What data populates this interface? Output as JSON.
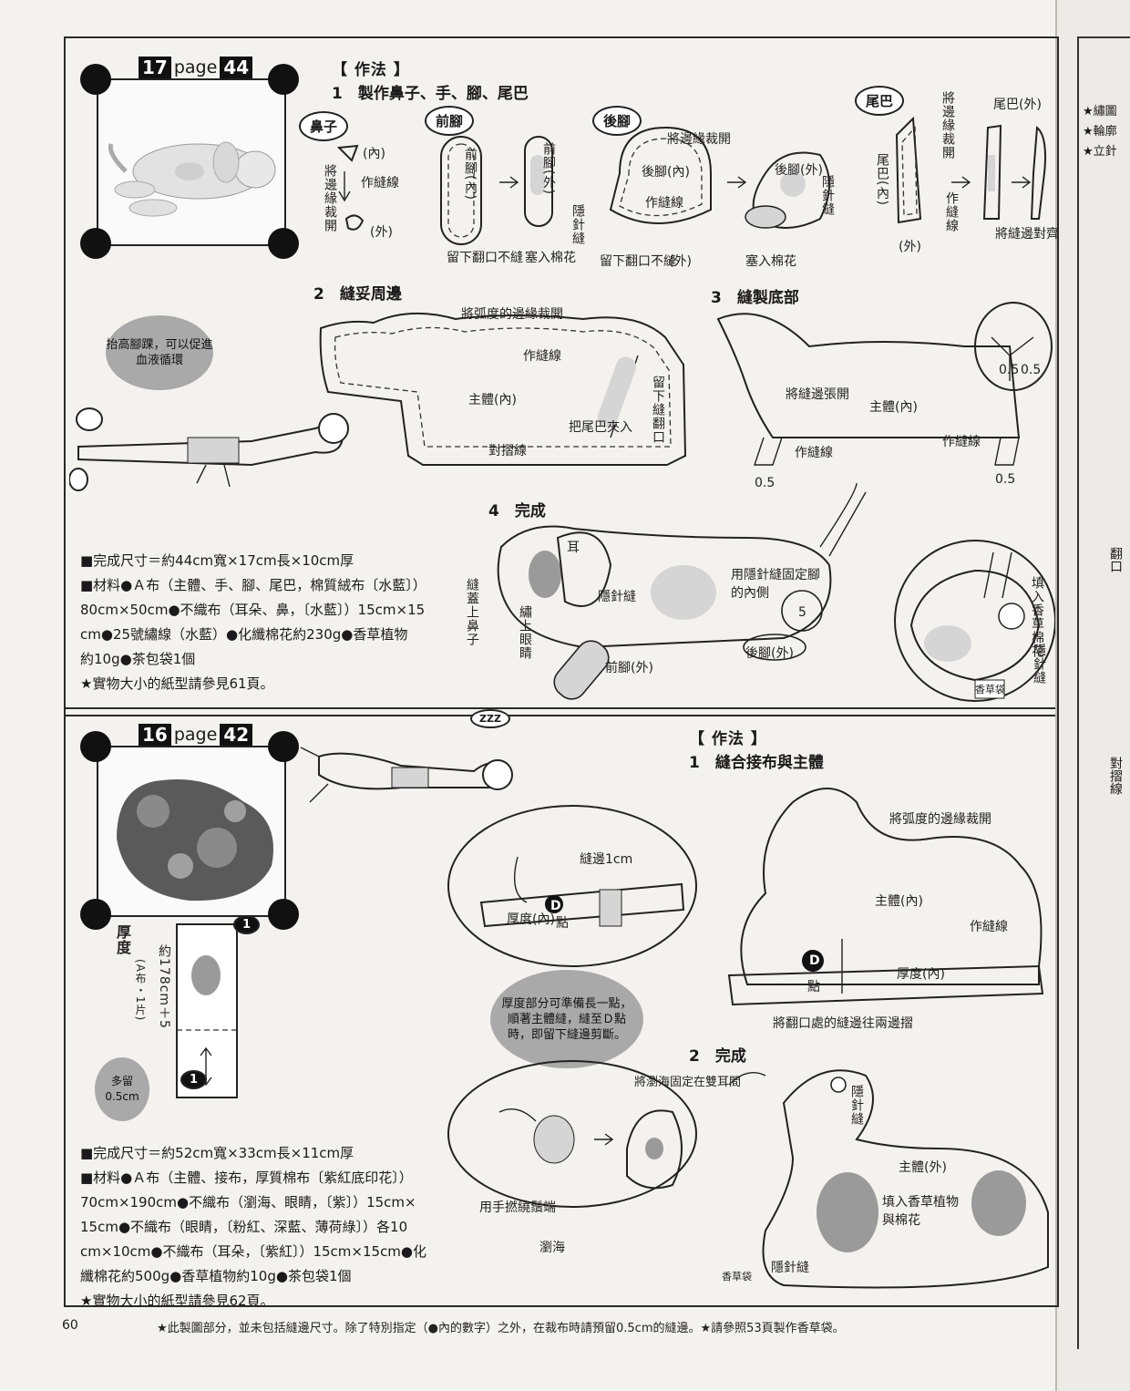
{
  "page_number": "60",
  "section_top": {
    "badge_num": "17",
    "badge_page_label": "page",
    "badge_page_num": "44",
    "method_title": "【 作法 】",
    "step1": "1　製作鼻子、手、腳、尾巴",
    "step2": "2　縫妥周邊",
    "step3": "3　縫製底部",
    "step4": "4　完成",
    "labels": {
      "nose": "鼻子",
      "front_leg": "前腳",
      "back_leg": "後腳",
      "tail": "尾巴",
      "inside": "(內)",
      "outside": "(外)",
      "seam": "作縫線",
      "cut_edge": "將邊緣裁開",
      "stuff": "塞入棉花",
      "leave_open": "留下翻口不縫",
      "hidden_stitch": "隱針縫",
      "front_leg_in": "前腳(內)",
      "front_leg_out": "前腳(外)",
      "back_leg_in": "後腳(內)",
      "back_leg_out": "後腳(外)",
      "tail_in": "尾巴(內)",
      "tail_out": "尾巴(外)",
      "cut_curve": "將弧度的邊緣裁開",
      "body_in": "主體(內)",
      "fold_line": "對摺線",
      "insert_tail": "把尾巴夾入",
      "leave_open_v": "留下縫翻口",
      "spread_seam": "將縫邊張開",
      "turn_seam": "將縫邊對齊",
      "half": "0.5",
      "ear": "耳",
      "sew_nose": "縫蓋上鼻子",
      "sew_eyes": "繡上眼睛",
      "fix_legs": "用隱針縫固定腳的內側",
      "circle_num": "5",
      "fill_herbs": "填入香草棉花",
      "herb_bag": "香草袋"
    },
    "bubble": "抬高腳踝，可以促進血液循環",
    "spec": {
      "size": "■完成尺寸＝約44cm寬×17cm長×10cm厚",
      "mat1": "■材料●Ａ布（主體、手、腳、尾巴，棉質絨布〔水藍〕）",
      "mat2": "80cm×50cm●不織布（耳朵、鼻，〔水藍〕）15cm×15",
      "mat3": "cm●25號繡線（水藍）●化纖棉花約230g●香草植物",
      "mat4": "約10g●茶包袋1個",
      "ref": "★實物大小的紙型請參見61頁。"
    }
  },
  "section_bottom": {
    "badge_num": "16",
    "badge_page_label": "page",
    "badge_page_num": "42",
    "method_title": "【 作法 】",
    "step1": "1　縫合接布與主體",
    "step2": "2　完成",
    "labels": {
      "thickness": "厚度",
      "thickness_sub": "(A布・1片)",
      "approx": "約178cm＋5",
      "circle_one": "1",
      "seam_1cm": "縫邊1cm",
      "point_d": "D",
      "point": "點",
      "thick_in": "厚度(內)",
      "cut_curve": "將弧度的邊緣裁開",
      "body_in": "主體(內)",
      "seam": "作縫線",
      "fold_seam": "將翻口處的縫邊往兩邊摺",
      "fix_bangs": "將瀏海固定在雙耳間",
      "twist": "用手撚繞鬚端",
      "bangs": "瀏海",
      "hidden_stitch": "隱針縫",
      "body_out": "主體(外)",
      "fill_herbs": "填入香草植物與棉花",
      "herb_bag": "香草袋",
      "zzz": "ZZZ"
    },
    "bubble_note": "厚度部分可準備長一點，順著主體縫，縫至Ｄ點時，即留下縫邊剪斷。",
    "bubble_small": "多留0.5cm",
    "spec": {
      "size": "■完成尺寸＝約52cm寬×33cm長×11cm厚",
      "mat1": "■材料●Ａ布（主體、接布，厚質棉布〔紫紅底印花〕）",
      "mat2": "70cm×190cm●不織布（瀏海、眼睛，〔紫〕）15cm×",
      "mat3": "15cm●不織布（眼睛，〔粉紅、深藍、薄荷綠〕）各10",
      "mat4": "cm×10cm●不織布（耳朵，〔紫紅〕）15cm×15cm●化",
      "mat5": "纖棉花約500g●香草植物約10g●茶包袋1個",
      "ref": "★實物大小的紙型請參見62頁。"
    }
  },
  "footer": "★此製圖部分，並未包括縫邊尺寸。除了特別指定（●內的數字）之外，在裁布時請預留0.5cm的縫邊。★請參照53頁製作香草袋。",
  "edge": {
    "items": [
      "★繡圖",
      "★輪廓",
      "★立針"
    ],
    "word1": "翻口",
    "word2": "對摺線"
  }
}
